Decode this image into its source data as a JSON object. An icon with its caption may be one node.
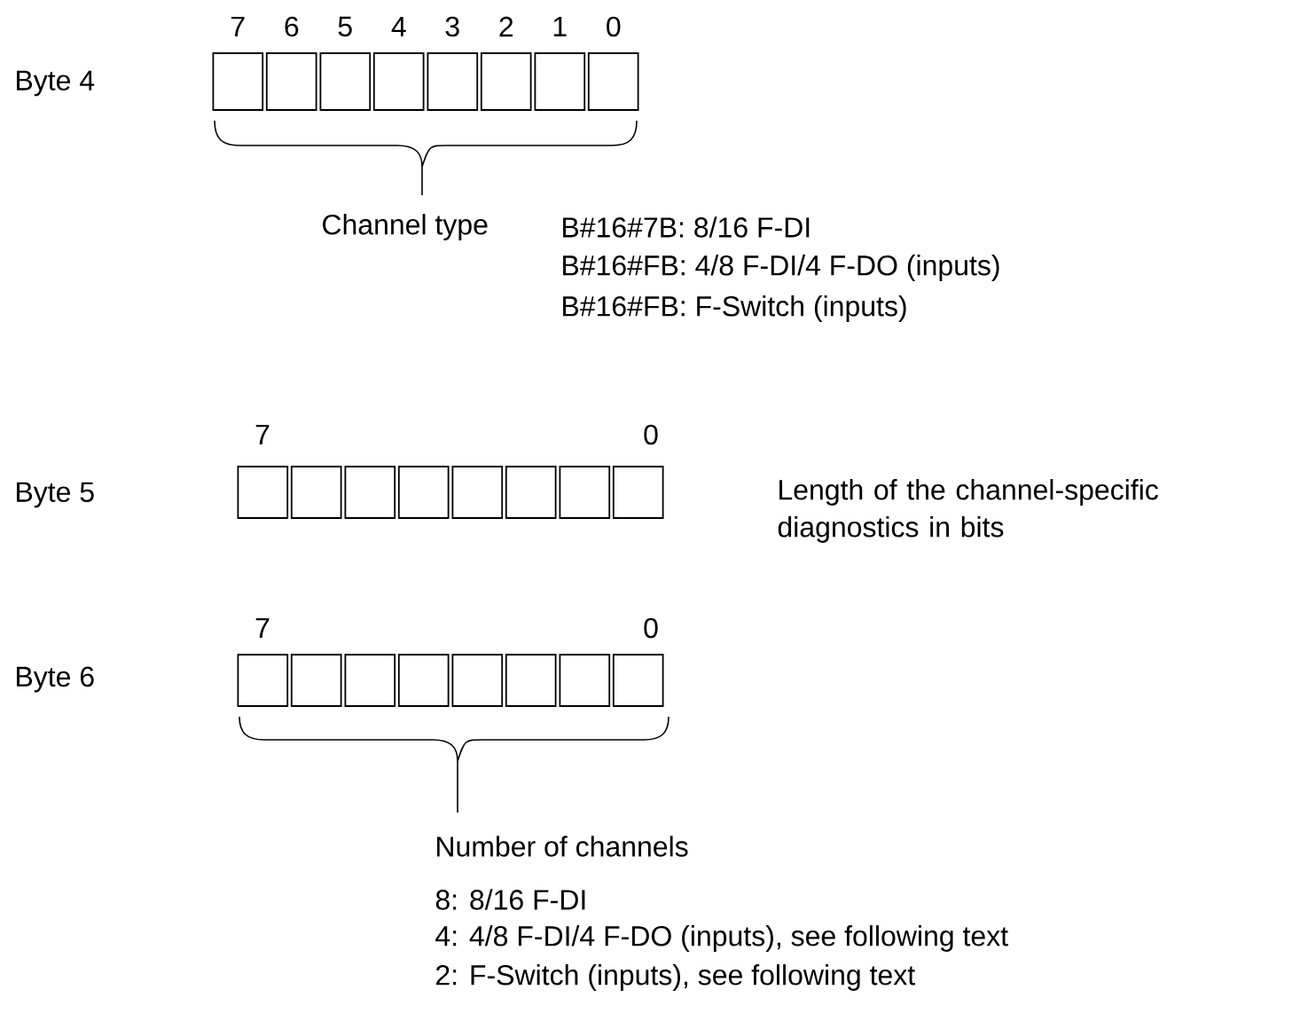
{
  "diagram": {
    "labels": [
      "7",
      "6",
      "5",
      "4",
      "3",
      "2",
      "1",
      "0",
      "Byte 4",
      "Channel type",
      "B#16#7B: 8/16 F-DI",
      "B#16#FB: 4/8 F-DI/4 F-DO (inputs)",
      "B#16#FB: F-Switch (inputs)",
      "7",
      "0",
      "Byte 5",
      "Length of the channel-specific diagnostics in bits",
      "7",
      "0",
      "Byte 6",
      "Number of channels",
      "8: 8/16 F-DI",
      "4: 4/8 F-DI/4 F-DO (inputs), see following text",
      "2: F-Switch (inputs), see following text"
    ]
  }
}
